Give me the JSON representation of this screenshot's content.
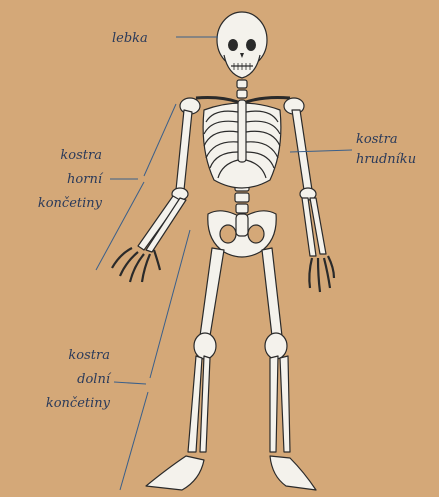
{
  "labels": {
    "skull": "lebka",
    "upper_limb": [
      "kostra",
      "horní",
      "končetiny"
    ],
    "chest": [
      "kostra",
      "hrudníku"
    ],
    "lower_limb": [
      "kostra",
      "dolní",
      "končetiny"
    ]
  },
  "colors": {
    "background": "#d4a878",
    "bone": "#f4f2ec",
    "outline": "#2a2a2a",
    "leader": "#3a5f8a",
    "text": "#2a3a5a"
  }
}
